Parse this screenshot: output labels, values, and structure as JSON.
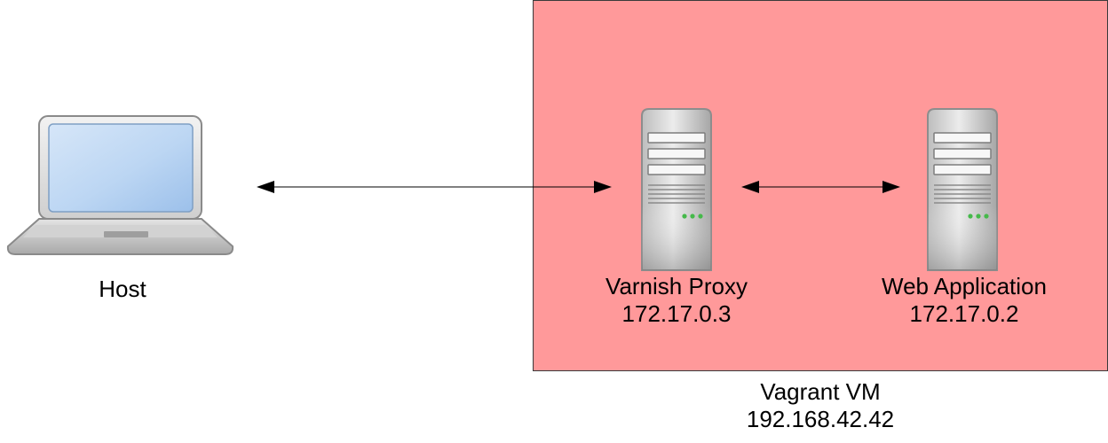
{
  "vm": {
    "name": "Vagrant VM",
    "ip": "192.168.42.42",
    "fill_color": "#ff999a"
  },
  "nodes": {
    "host": {
      "label": "Host",
      "icon": "laptop-icon"
    },
    "proxy": {
      "label": "Varnish Proxy",
      "ip": "172.17.0.3",
      "icon": "server-icon"
    },
    "webapp": {
      "label": "Web Application",
      "ip": "172.17.0.2",
      "icon": "server-icon"
    }
  },
  "connections": [
    {
      "from": "Host",
      "to": "Varnish Proxy",
      "direction": "bidirectional"
    },
    {
      "from": "Varnish Proxy",
      "to": "Web Application",
      "direction": "bidirectional"
    }
  ]
}
